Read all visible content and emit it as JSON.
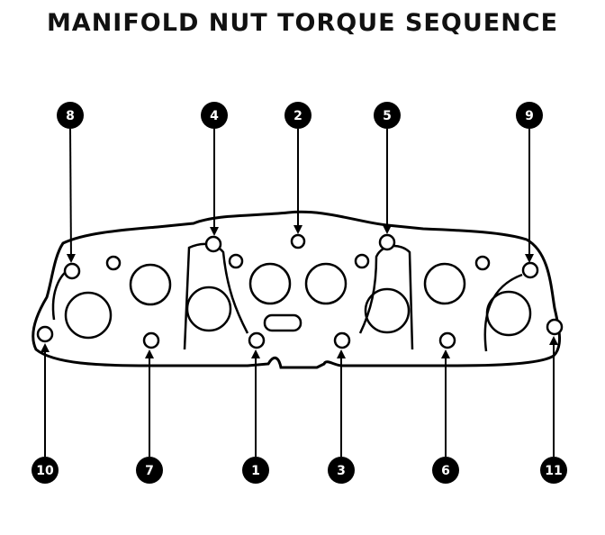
{
  "title": "MANIFOLD NUT TORQUE SEQUENCE",
  "callouts": {
    "n1": "1",
    "n2": "2",
    "n3": "3",
    "n4": "4",
    "n5": "5",
    "n6": "6",
    "n7": "7",
    "n8": "8",
    "n9": "9",
    "n10": "10",
    "n11": "11"
  },
  "colors": {
    "line": "#000000",
    "background": "#ffffff"
  }
}
